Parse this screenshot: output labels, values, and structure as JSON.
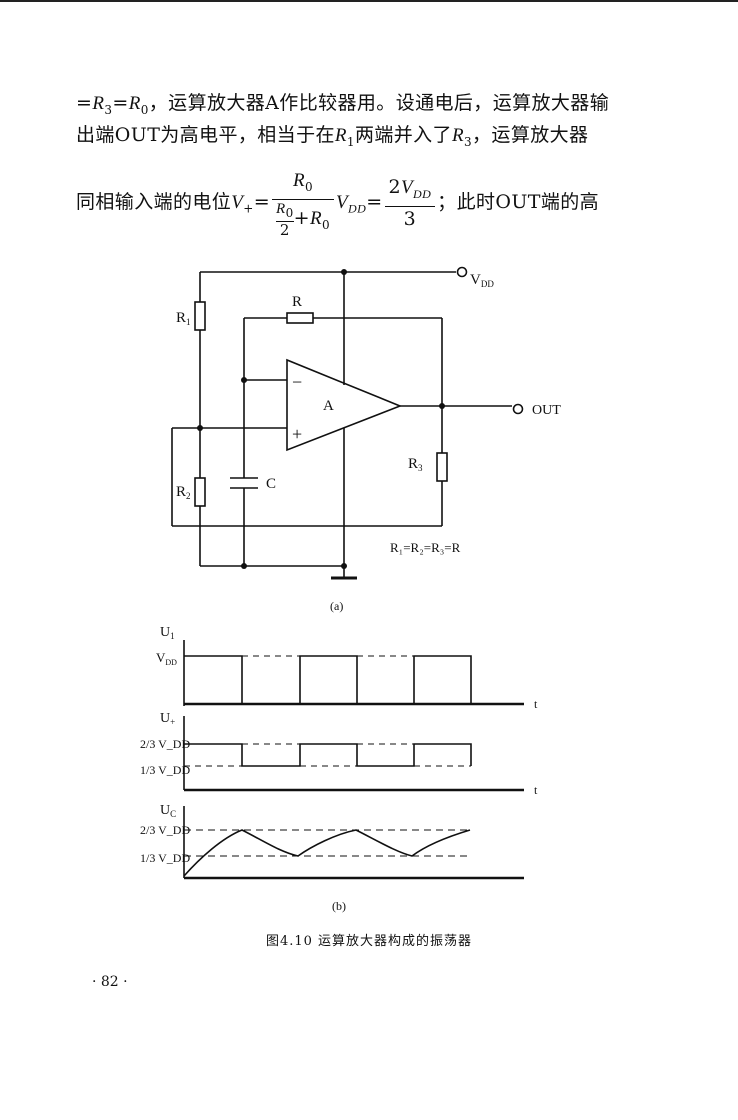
{
  "text": {
    "line1_pre": "=",
    "line1_post": "，运算放大器A作比较器用。设通电后，运算放大器输",
    "line2_a": "出端OUT为高电平，相当于在",
    "line2_b": "两端并入了",
    "line2_c": "，运算放大器",
    "line3_a": "同相输入端的电位",
    "line3_b": "；此时OUT端的高"
  },
  "circuit": {
    "vdd_label": "V",
    "vdd_sub": "DD",
    "r_label": "R",
    "r1_label": "R",
    "r1_sub": "1",
    "r2_label": "R",
    "r2_sub": "2",
    "r3_label": "R",
    "r3_sub": "3",
    "c_label": "C",
    "a_label": "A",
    "minus": "−",
    "plus": "+",
    "out_label": "OUT",
    "resistor_relation": "R₁=R₂=R₃=R",
    "sub_caption_a": "(a)"
  },
  "waveforms": {
    "sub_caption_b": "(b)",
    "panels": [
      {
        "ylabel": "U",
        "ysub": "1",
        "levels": [
          "V",
          "DD"
        ],
        "taxis": "t"
      },
      {
        "ylabel": "U",
        "ysub": "+",
        "level_hi": "2/3 V_DD",
        "level_lo": "1/3 V_DD",
        "taxis": "t"
      },
      {
        "ylabel": "U",
        "ysub": "C",
        "level_hi": "2/3 V_DD",
        "level_lo": "1/3 V_DD"
      }
    ]
  },
  "figure_caption": "图4.10 运算放大器构成的振荡器",
  "page_number": "· 82 ·"
}
